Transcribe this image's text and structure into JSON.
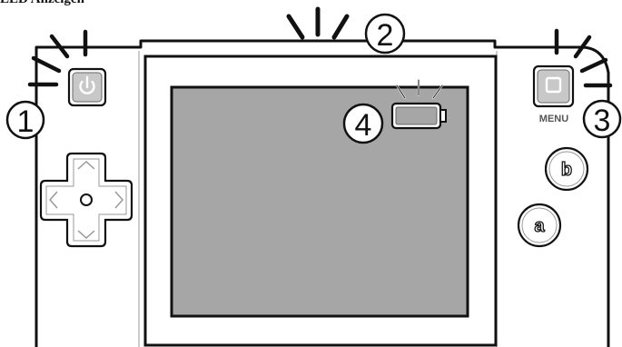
{
  "heading": "LED Anzeigen",
  "callouts": [
    "1",
    "2",
    "3",
    "4"
  ],
  "menu_label": "MENU",
  "button_b": "b",
  "button_a": "a",
  "icons": {
    "power": "power-icon",
    "menu": "square-menu-icon",
    "battery": "battery-icon",
    "dpad": "dpad-icon"
  },
  "colors": {
    "screen": "#a6a6a6",
    "button_face": "#c8c8c8",
    "outline": "#111111"
  }
}
